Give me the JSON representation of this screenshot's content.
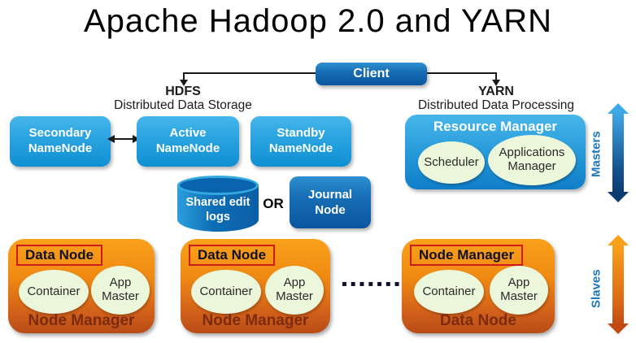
{
  "title": "Apache Hadoop 2.0 and YARN",
  "client": {
    "label": "Client"
  },
  "hdfs": {
    "heading": "HDFS",
    "subheading": "Distributed Data Storage"
  },
  "yarn": {
    "heading": "YARN",
    "subheading": "Distributed Data Processing"
  },
  "namenodes": [
    {
      "label": "Secondary NameNode"
    },
    {
      "label": "Active NameNode"
    },
    {
      "label": "Standby NameNode"
    }
  ],
  "resource_manager": {
    "title": "Resource Manager",
    "components": [
      {
        "label": "Scheduler"
      },
      {
        "label": "Applications Manager"
      }
    ]
  },
  "edit_logs": {
    "cylinder_label": "Shared edit logs",
    "or_label": "OR",
    "journal_label": "Journal Node"
  },
  "masters_label": "Masters",
  "slaves_label": "Slaves",
  "worker_nodes": [
    {
      "top_label": "Data Node",
      "ellipses": [
        "Container",
        "App Master"
      ],
      "bottom_label": "Node Manager"
    },
    {
      "top_label": "Data Node",
      "ellipses": [
        "Container",
        "App Master"
      ],
      "bottom_label": "Node Manager"
    },
    {
      "top_label": "Node Manager",
      "ellipses": [
        "Container",
        "App Master"
      ],
      "bottom_label": "Data Node"
    }
  ],
  "dots": "▪▪▪▪▪▪▪",
  "colors": {
    "light_blue": "#29a3e0",
    "dark_blue": "#0a569e",
    "masters_blue": "#1b75bc",
    "orange_top": "#f9a11b",
    "orange_bottom": "#b84c16",
    "ellipse_cream": "#ecf6da",
    "highlight_red": "#cf1b1b",
    "bottom_label_maroon": "#7c2a10"
  }
}
